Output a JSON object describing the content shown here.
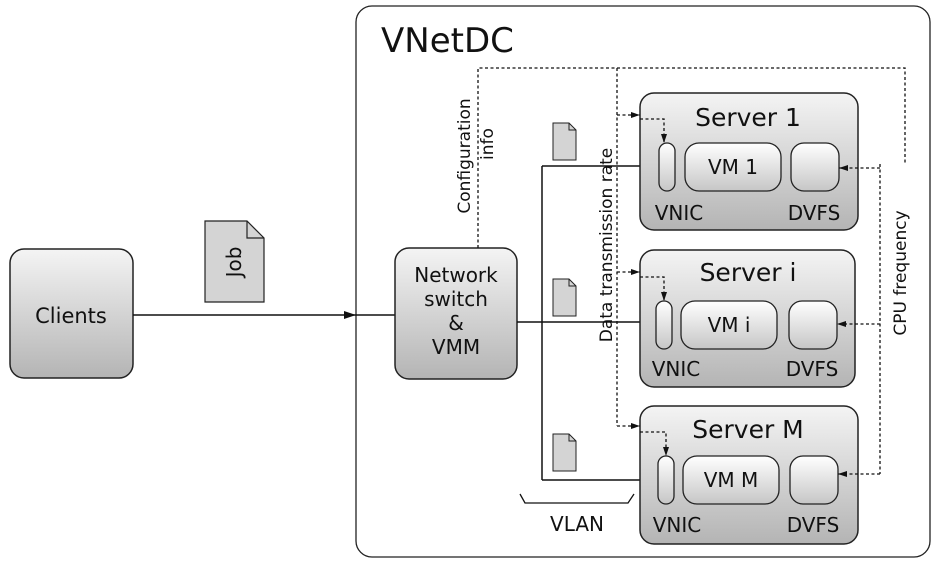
{
  "title": "VNetDC",
  "clients": "Clients",
  "job": "Job",
  "switch": [
    "Network",
    "switch",
    "&",
    "VMM"
  ],
  "config": [
    "Configuration",
    "info"
  ],
  "rate": "Data transmission rate",
  "cpu": "CPU frequency",
  "vlan": "VLAN",
  "servers": [
    {
      "name": "Server 1",
      "vm": "VM 1",
      "vnic": "VNIC",
      "dvfs": "DVFS"
    },
    {
      "name": "Server i",
      "vm": "VM i",
      "vnic": "VNIC",
      "dvfs": "DVFS"
    },
    {
      "name": "Server M",
      "vm": "VM M",
      "vnic": "VNIC",
      "dvfs": "DVFS"
    }
  ],
  "colors": {
    "box_top": "#f4f4f4",
    "box_bottom": "#b4b4b4",
    "doc": "#d4d4d4"
  }
}
